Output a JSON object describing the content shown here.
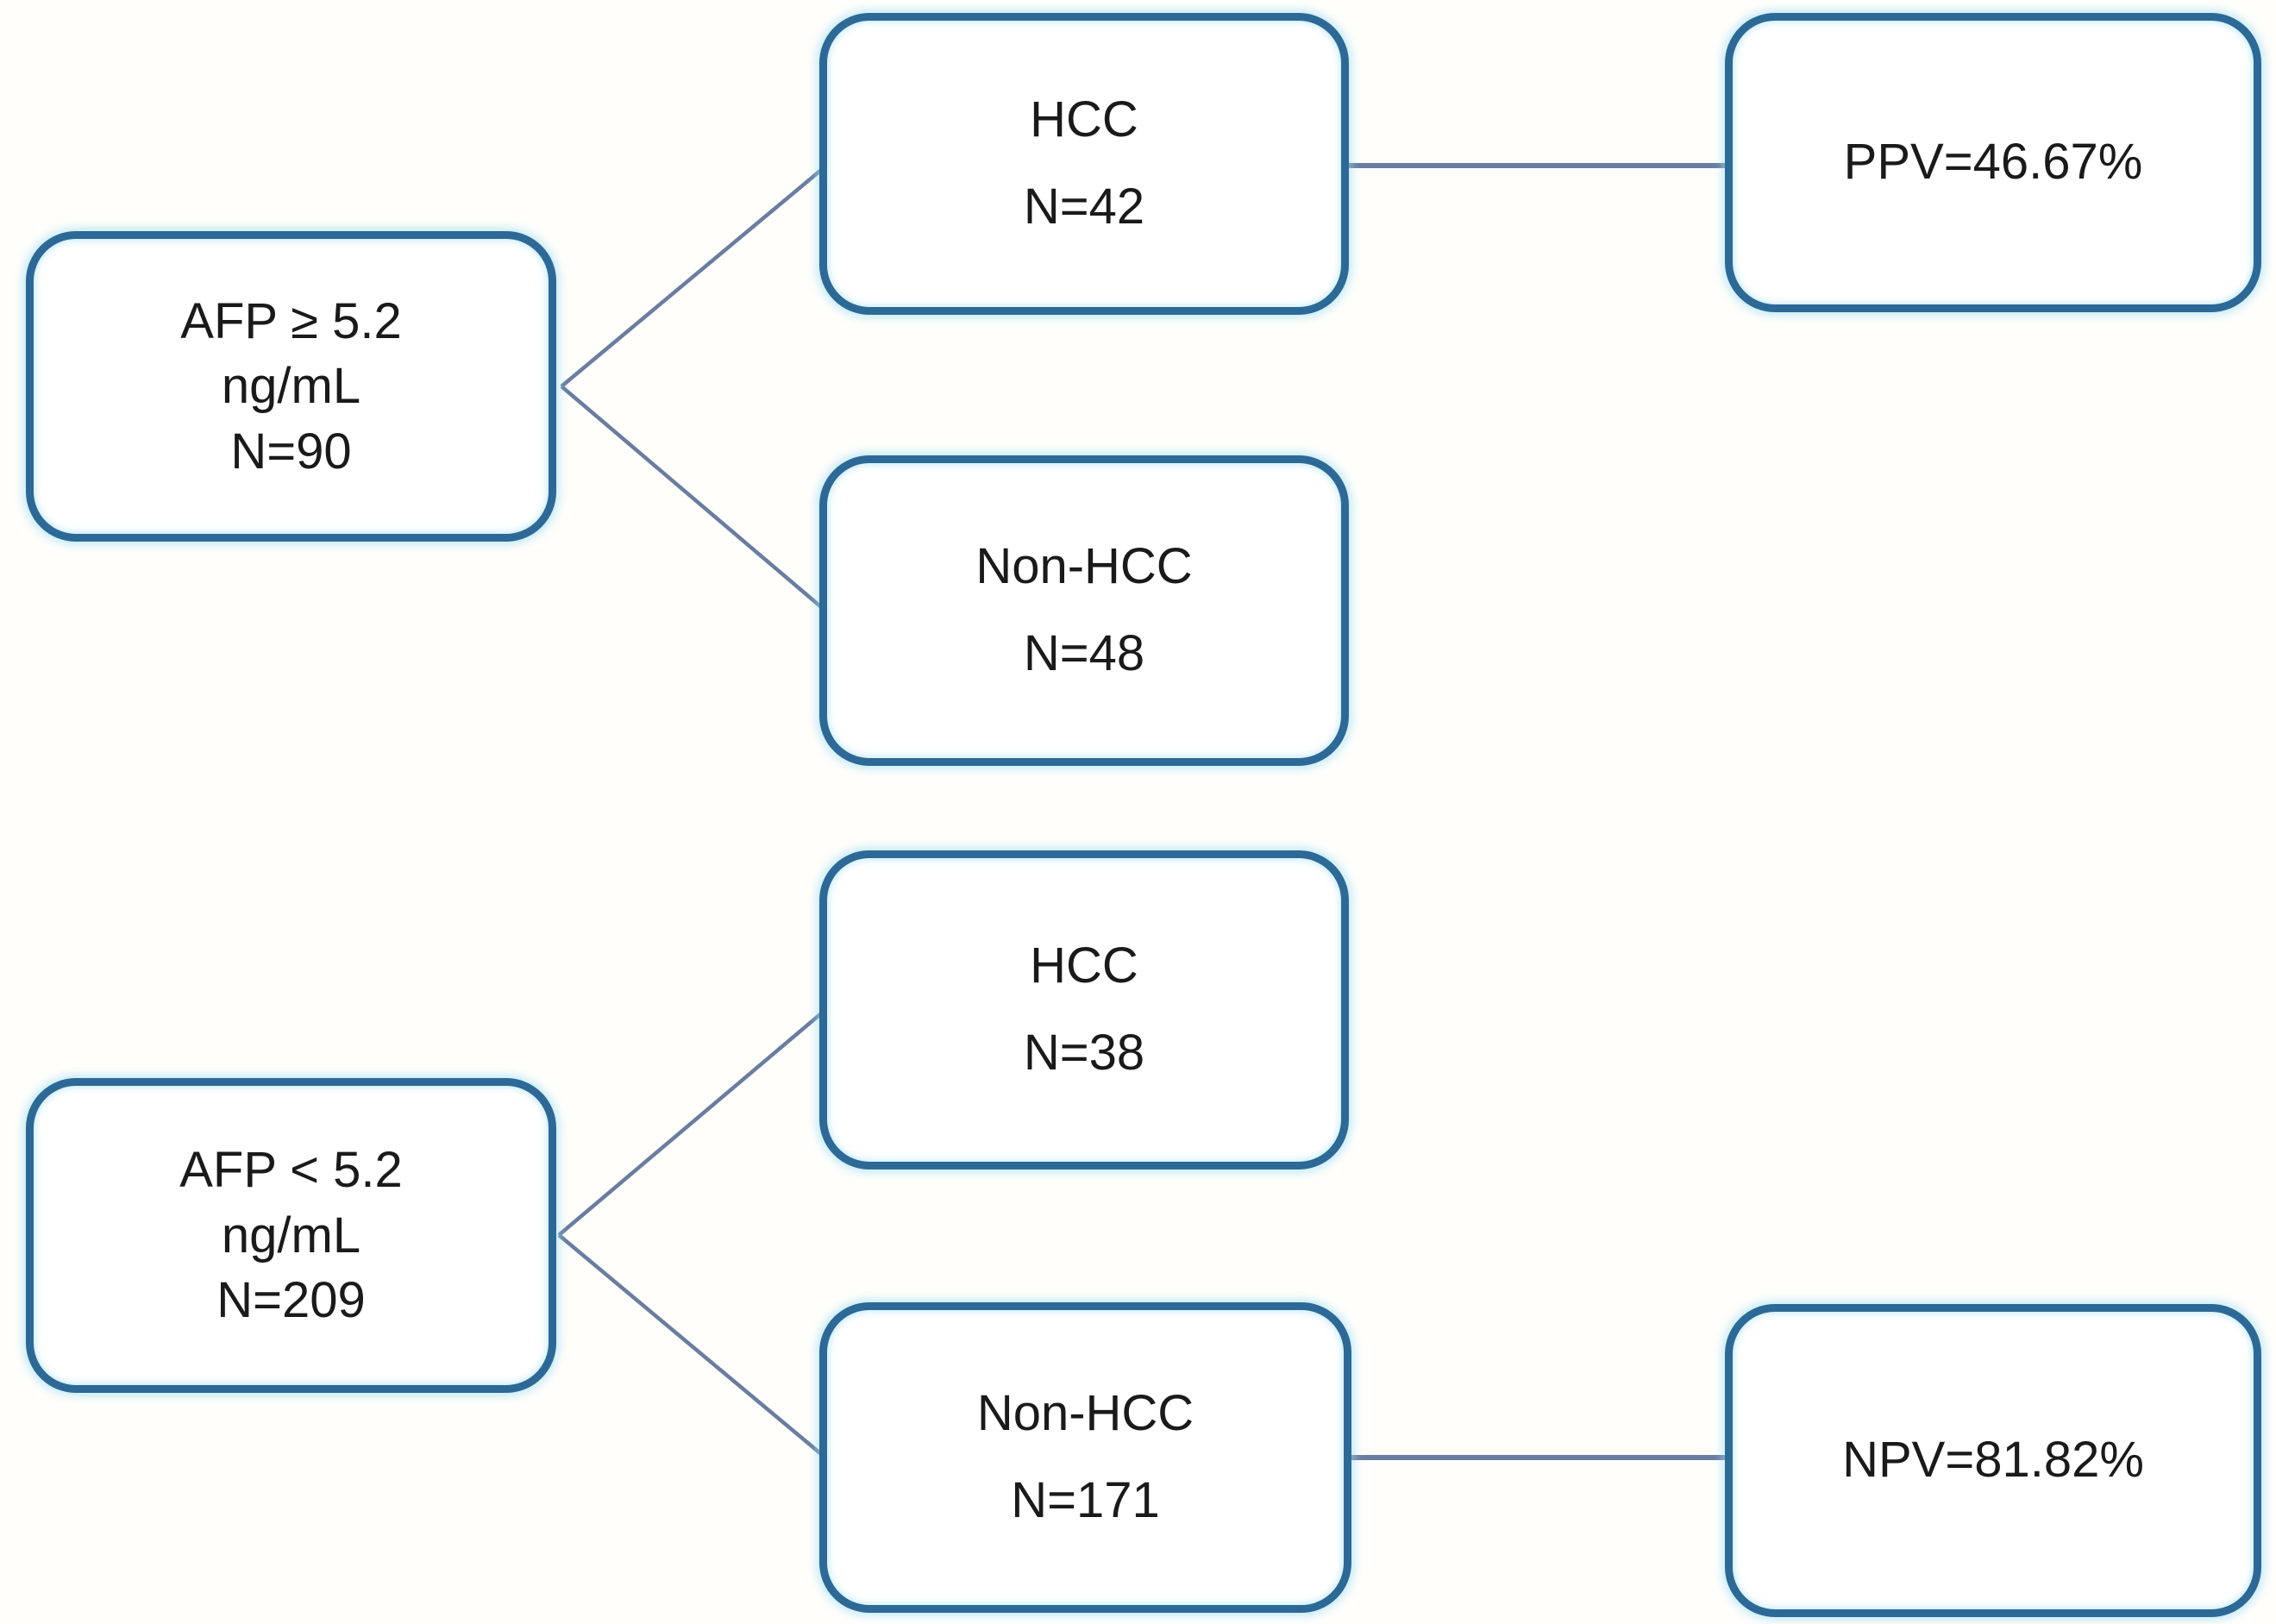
{
  "diagram": {
    "type": "flowchart",
    "nodes": {
      "afp_high": {
        "lines": [
          "AFP ≥ 5.2",
          "ng/mL",
          "N=90"
        ]
      },
      "hcc_42": {
        "lines": [
          "HCC",
          "N=42"
        ]
      },
      "ppv": {
        "label": "PPV=46.67%"
      },
      "nonhcc_48": {
        "lines": [
          "Non-HCC",
          "N=48"
        ]
      },
      "afp_low": {
        "lines": [
          "AFP < 5.2",
          "ng/mL",
          "N=209"
        ]
      },
      "hcc_38": {
        "lines": [
          "HCC",
          "N=38"
        ]
      },
      "nonhcc_171": {
        "lines": [
          "Non-HCC",
          "N=171"
        ]
      },
      "npv": {
        "label": "NPV=81.82%"
      }
    },
    "edges": [
      {
        "from": "afp_high",
        "to": "hcc_42"
      },
      {
        "from": "afp_high",
        "to": "nonhcc_48"
      },
      {
        "from": "hcc_42",
        "to": "ppv"
      },
      {
        "from": "afp_low",
        "to": "hcc_38"
      },
      {
        "from": "afp_low",
        "to": "nonhcc_171"
      },
      {
        "from": "nonhcc_171",
        "to": "npv"
      }
    ],
    "colors": {
      "box_border": "#2d6996",
      "connector": "#697da0",
      "text": "#1a1a1a",
      "background": "#fffefb"
    }
  }
}
